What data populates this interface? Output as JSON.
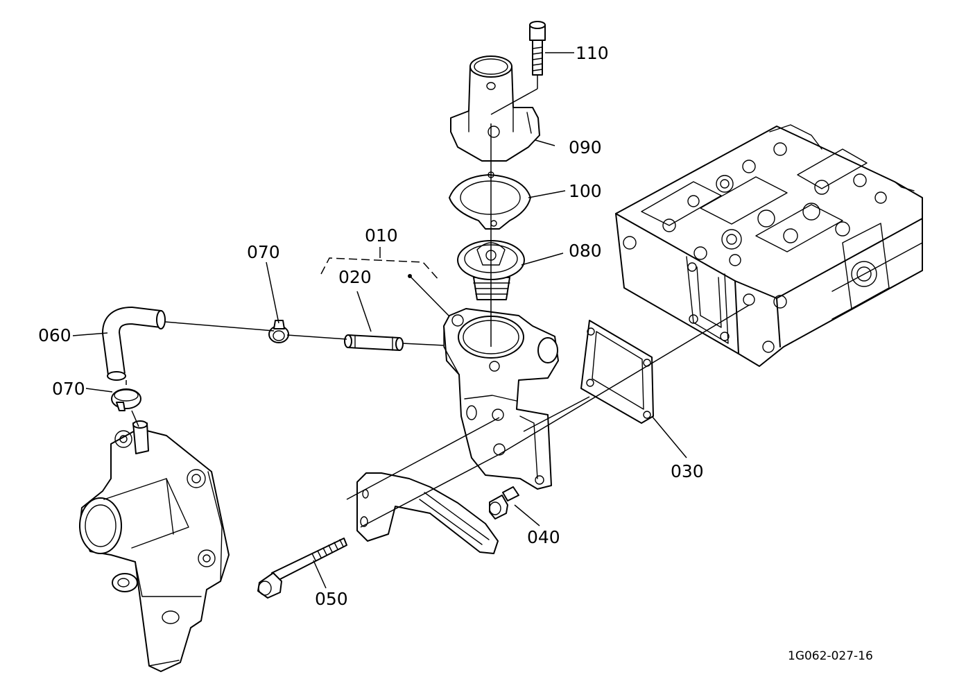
{
  "callouts": {
    "c110": "110",
    "c090": "090",
    "c100": "100",
    "c080": "080",
    "c010": "010",
    "c020": "020",
    "c070a": "070",
    "c070b": "070",
    "c060": "060",
    "c030": "030",
    "c040": "040",
    "c050": "050"
  },
  "drawing_code": "1G062-027-16"
}
